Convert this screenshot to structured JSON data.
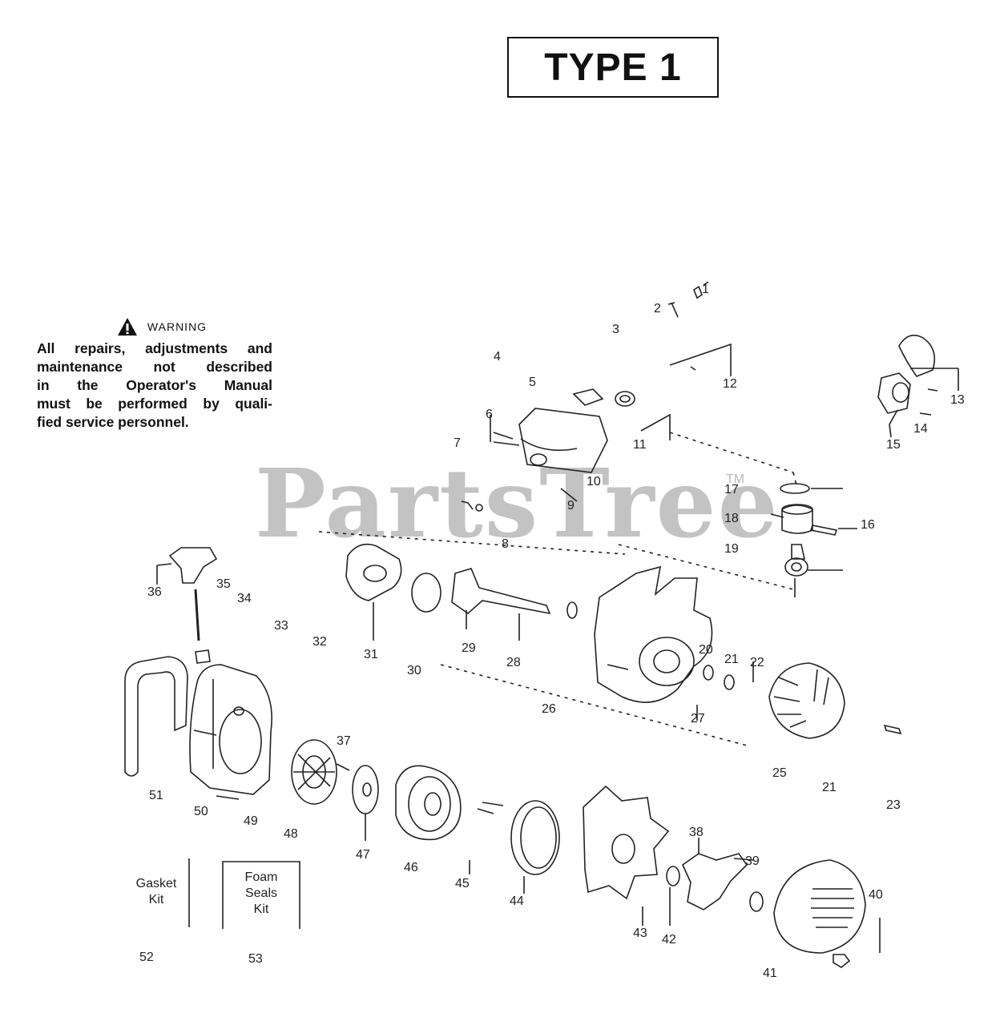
{
  "title": "TYPE 1",
  "warning": {
    "heading": "WARNING",
    "lines": [
      "All repairs, adjustments and",
      "maintenance not described",
      "in the Operator's Manual",
      "must be performed by quali-",
      "fied service personnel."
    ]
  },
  "watermark": {
    "text": "PartsTree",
    "tm": "TM"
  },
  "callouts": [
    "1",
    "2",
    "3",
    "4",
    "5",
    "6",
    "7",
    "8",
    "9",
    "10",
    "11",
    "12",
    "13",
    "14",
    "15",
    "16",
    "17",
    "18",
    "19",
    "20",
    "21",
    "21",
    "22",
    "23",
    "25",
    "26",
    "27",
    "28",
    "29",
    "30",
    "31",
    "32",
    "33",
    "34",
    "35",
    "36",
    "37",
    "38",
    "39",
    "40",
    "41",
    "42",
    "43",
    "44",
    "45",
    "46",
    "47",
    "48",
    "49",
    "50",
    "51",
    "52",
    "53"
  ],
  "kits": {
    "gasket": [
      "Gasket",
      "Kit"
    ],
    "foam": [
      "Foam",
      "Seals",
      "Kit"
    ]
  }
}
